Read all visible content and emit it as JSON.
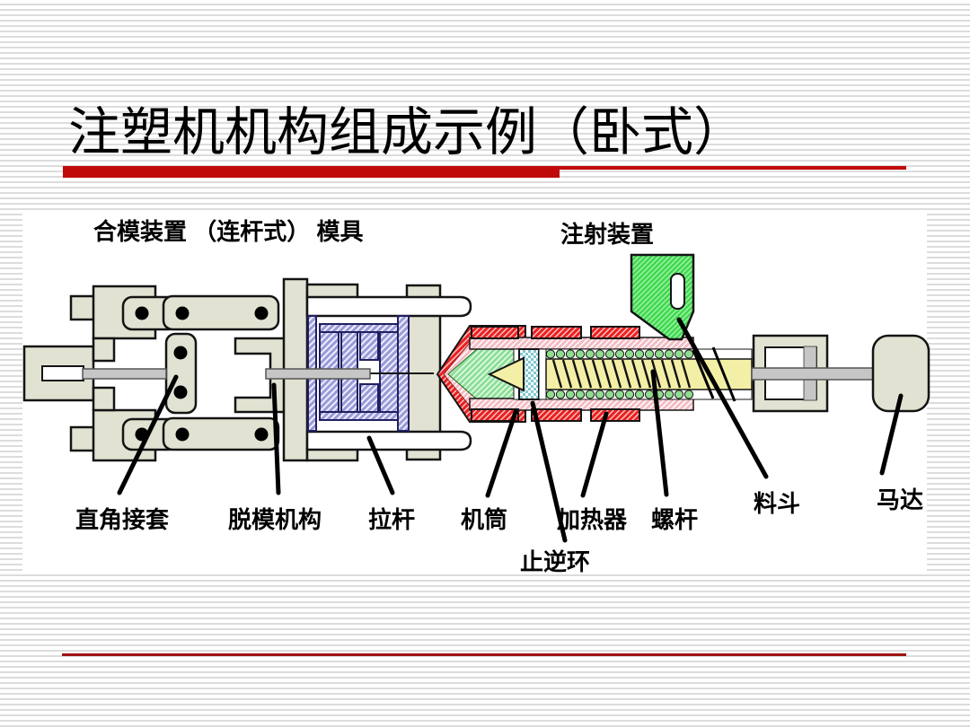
{
  "slide": {
    "title": "注塑机机构组成示例（卧式）",
    "accent_color": "#c00a0a",
    "footer_line_color": "#9e1212"
  },
  "diagram": {
    "top_labels": [
      {
        "id": "clamping-unit",
        "text": "合模装置 （连杆式） 模具"
      },
      {
        "id": "injection-unit",
        "text": "注射装置"
      }
    ],
    "part_labels": [
      {
        "id": "right-angle-coupling",
        "text": "直角接套"
      },
      {
        "id": "ejector-mechanism",
        "text": "脱模机构"
      },
      {
        "id": "tie-bar",
        "text": "拉杆"
      },
      {
        "id": "barrel",
        "text": "机筒"
      },
      {
        "id": "heater",
        "text": "加热器"
      },
      {
        "id": "screw",
        "text": "螺杆"
      },
      {
        "id": "hopper",
        "text": "料斗"
      },
      {
        "id": "motor",
        "text": "马达"
      },
      {
        "id": "check-ring",
        "text": "止逆环"
      }
    ],
    "colors": {
      "machine_body": "#e2e2d2",
      "mold_hatch": "#9a9ad8",
      "heater_red": "#e82020",
      "barrel_lining_pink": "#f3bcc4",
      "melt_green": "#8ede9a",
      "hopper_green": "#3fd84f",
      "screw_yellow": "#f4efa6",
      "check_ring_teal": "#80c8d2",
      "rod_gray": "#c6c6c6"
    }
  }
}
